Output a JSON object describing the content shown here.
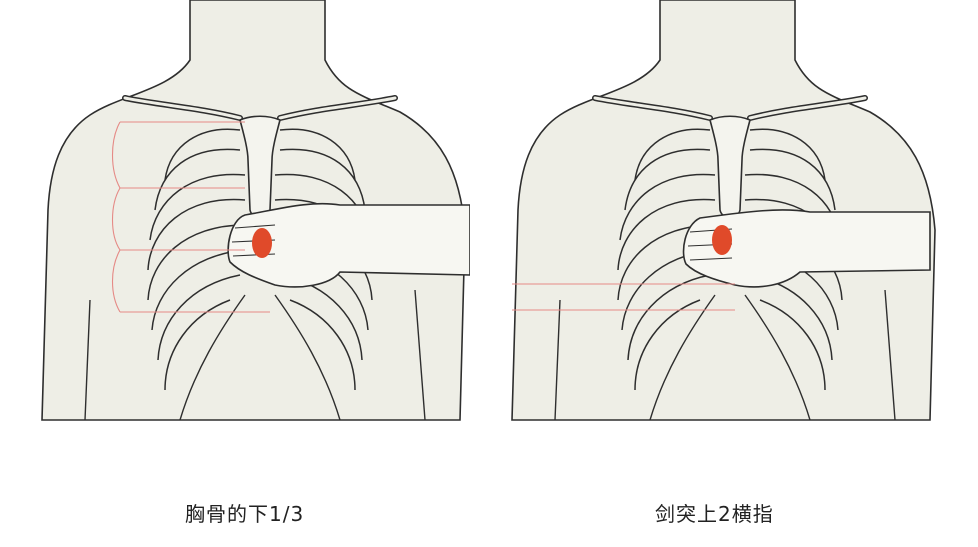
{
  "captions": {
    "left": "胸骨的下1/3",
    "right": "剑突上2横指"
  },
  "colors": {
    "skin": "#eeeee6",
    "outline": "#2e2e2e",
    "marker": "#e04a2a",
    "guide_line": "#e58a86",
    "background": "#ffffff"
  },
  "icons": {
    "left": "chest-compression-sternum-lower-third-diagram",
    "right": "chest-compression-two-fingers-above-xiphoid-diagram"
  }
}
